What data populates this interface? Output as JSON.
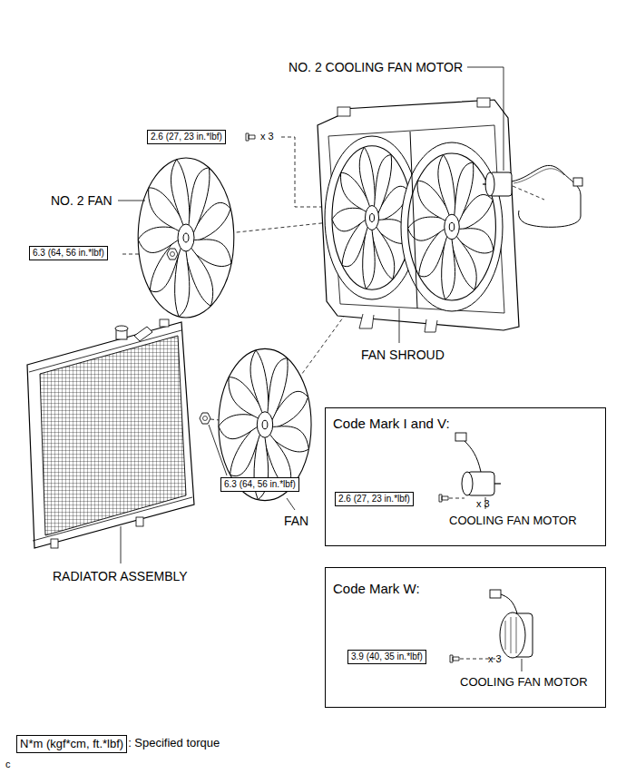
{
  "diagram": {
    "nodes": [
      {
        "text": [
          "2.6 (27, 23 in.*lbf)"
        ]
      },
      {
        "text": [
          "6.3 (64, 56 in.*lbf)"
        ]
      },
      {
        "text": [
          "6.3 (64, 56 in.*lbf)"
        ]
      },
      {
        "text": [
          "Code Mark I and V:",
          "x 3",
          "COOLING FAN MOTOR"
        ]
      },
      {
        "text": [
          "2.6 (27, 23 in.*lbf)"
        ],
        "in": 3
      },
      {
        "text": [
          "Code Mark W:",
          "x 3",
          "COOLING FAN MOTOR"
        ]
      },
      {
        "text": [
          "3.9 (40, 35 in.*lbf)"
        ],
        "in": 5
      },
      {
        "text": [
          "N*m (kgf*cm, ft.*lbf)"
        ]
      }
    ],
    "labels": [
      "NO. 2 COOLING FAN MOTOR",
      "x 3",
      "NO. 2 FAN",
      "FAN SHROUD",
      "RADIATOR ASSEMBLY",
      "FAN",
      ": Specified torque",
      "c"
    ]
  }
}
